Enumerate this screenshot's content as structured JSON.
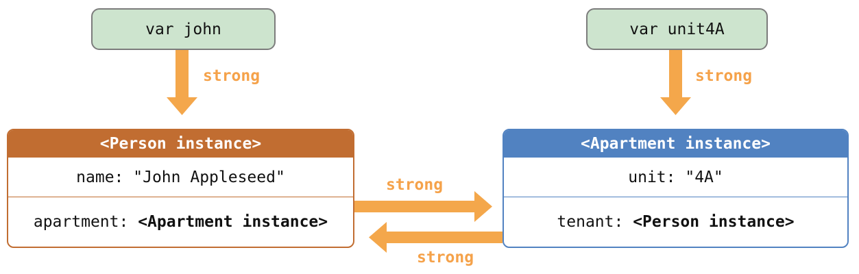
{
  "diagram": {
    "variables": [
      {
        "label": "var john"
      },
      {
        "label": "var unit4A"
      }
    ],
    "edges": {
      "john_to_person": "strong",
      "unit4a_to_apartment": "strong",
      "person_to_apartment": "strong",
      "apartment_to_person": "strong"
    },
    "person_box": {
      "title": "<Person instance>",
      "rows": [
        {
          "label": "name: ",
          "value": "\"John Appleseed\""
        },
        {
          "label": "apartment: ",
          "value": "<Apartment instance>"
        }
      ]
    },
    "apartment_box": {
      "title": "<Apartment instance>",
      "rows": [
        {
          "label": "unit: ",
          "value": "\"4A\""
        },
        {
          "label": "tenant: ",
          "value": "<Person instance>"
        }
      ]
    },
    "colors": {
      "person_accent": "#C16D31",
      "apartment_accent": "#5182C1",
      "variable_fill": "#CDE4CE",
      "variable_border": "#7C7C7C",
      "arrow": "#F4A74B",
      "strong_label": "#F5A24A"
    }
  }
}
